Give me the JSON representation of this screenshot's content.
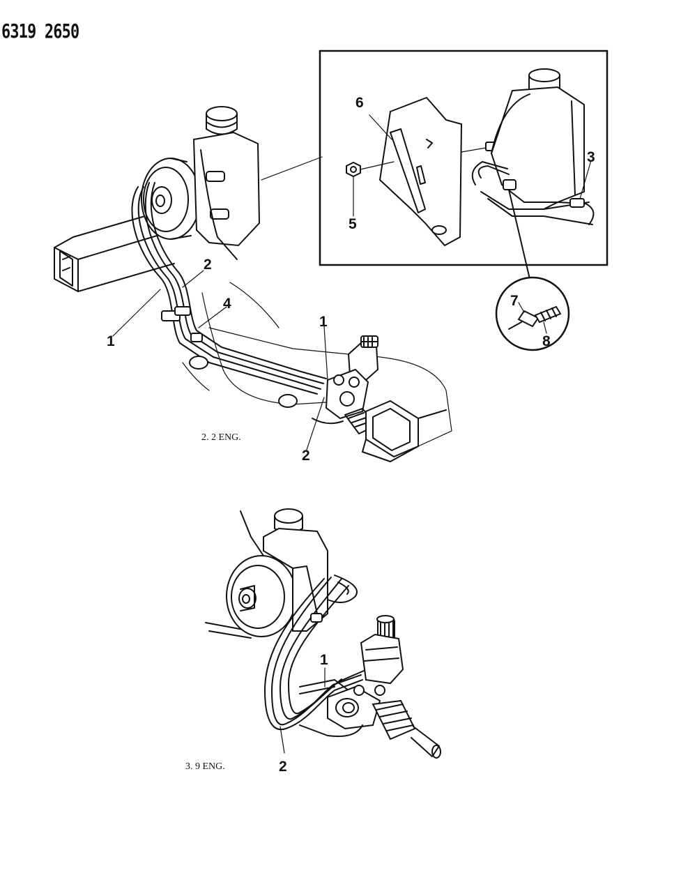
{
  "document_number": "6319 2650",
  "views": [
    {
      "caption": "2. 2 ENG.",
      "callouts": [
        "1",
        "2",
        "4",
        "1",
        "2"
      ]
    },
    {
      "caption": "3. 9 ENG.",
      "callouts": [
        "1",
        "2"
      ]
    }
  ],
  "inset_callouts": [
    "6",
    "5",
    "3"
  ],
  "detail_callouts": [
    "7",
    "8"
  ]
}
